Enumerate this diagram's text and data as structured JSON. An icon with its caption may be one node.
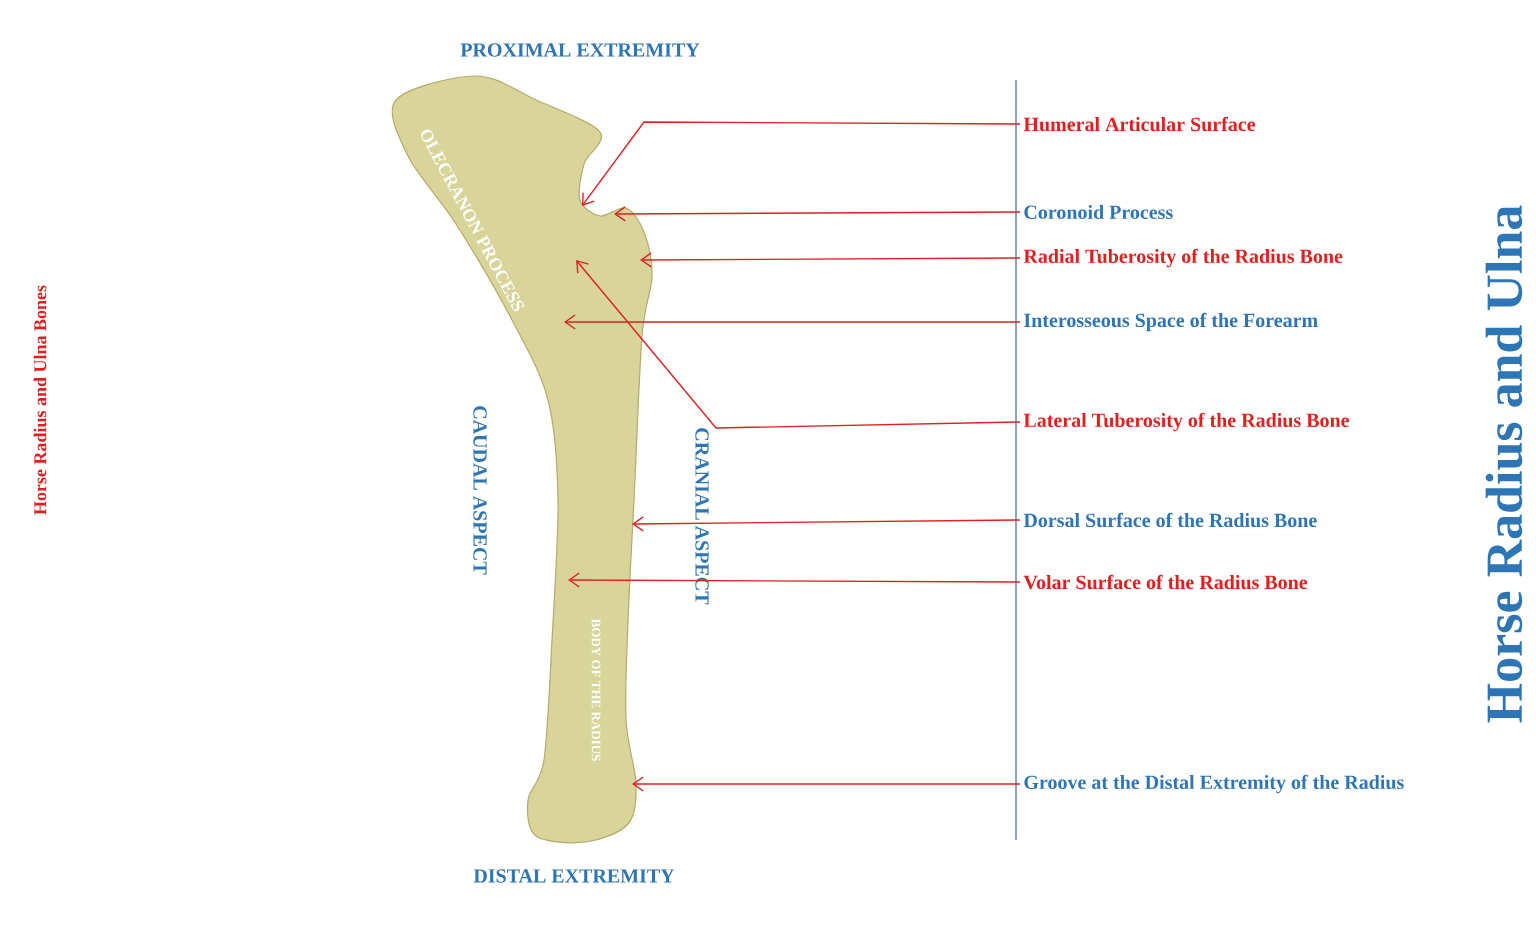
{
  "diagram": {
    "title": "Horse Radius and Ulna",
    "nodes": [
      {
        "text": [
          "Humeral Articular Surface"
        ]
      },
      {
        "text": [
          "Coronoid Process"
        ]
      },
      {
        "text": [
          "Radial Tuberosity of the Radius Bone"
        ]
      },
      {
        "text": [
          "Interosseous Space of the Forearm"
        ]
      },
      {
        "text": [
          "Lateral Tuberosity of the Radius Bone"
        ]
      },
      {
        "text": [
          "Dorsal Surface of the Radius Bone"
        ]
      },
      {
        "text": [
          "Volar Surface of the Radius Bone"
        ]
      },
      {
        "text": [
          "Groove at the Distal Extremity of the Radius"
        ]
      }
    ],
    "edges": [
      {
        "from": 0,
        "to": null,
        "arrow": "to"
      },
      {
        "from": 1,
        "to": null,
        "arrow": "to"
      },
      {
        "from": 2,
        "to": null,
        "arrow": "to"
      },
      {
        "from": 3,
        "to": null,
        "arrow": "to"
      },
      {
        "from": 4,
        "to": null,
        "arrow": "to"
      },
      {
        "from": 5,
        "to": null,
        "arrow": "to"
      },
      {
        "from": 6,
        "to": null,
        "arrow": "to"
      },
      {
        "from": 7,
        "to": null,
        "arrow": "to"
      }
    ],
    "labels": [
      "PROXIMAL EXTREMITY",
      "OLECRANON PROCESS",
      "CAUDAL ASPECT",
      "BODY OF THE RADIUS",
      "CRANIAL ASPECT",
      "DISTAL EXTREMITY",
      "Horse Radius and Ulna Bones"
    ]
  }
}
